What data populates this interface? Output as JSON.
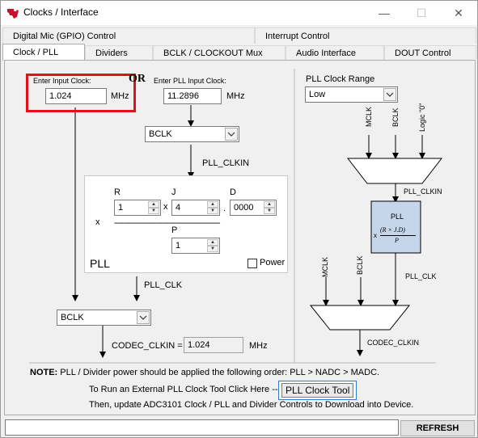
{
  "window": {
    "title": "Clocks / Interface",
    "minimize": "—",
    "maximize": "☐",
    "close": "✕"
  },
  "tabs_row1": [
    "Digital Mic (GPIO) Control",
    "Interrupt Control"
  ],
  "tabs_row2": [
    "Clock / PLL",
    "Dividers",
    "BCLK / CLOCKOUT  Mux",
    "Audio Interface",
    "DOUT Control"
  ],
  "input_clock": {
    "label": "Enter Input Clock:",
    "value": "1.024",
    "unit": "MHz"
  },
  "or_label": "OR",
  "pll_input_clock": {
    "label": "Enter PLL Input Clock:",
    "value": "11.2896",
    "unit": "MHz"
  },
  "pll_src_select": "BCLK",
  "pll_clkin_label": "PLL_CLKIN",
  "pll": {
    "r_label": "R",
    "r_value": "1",
    "j_label": "J",
    "j_value": "4",
    "d_label": "D",
    "d_value": "0000",
    "p_label": "P",
    "p_value": "1",
    "x1": "x",
    "x2": "x",
    "dot": ".",
    "dashes": "-------------------------------------------------",
    "title": "PLL",
    "power_label": "Power"
  },
  "pll_clk_label": "PLL_CLK",
  "codec_src_select": "BCLK",
  "codec_clkin": {
    "label": "CODEC_CLKIN =",
    "value": "1.024",
    "unit": "MHz"
  },
  "range": {
    "label": "PLL Clock Range",
    "value": "Low"
  },
  "diagram": {
    "mux_inputs": [
      "MCLK",
      "BCLK",
      "Logic \"0\""
    ],
    "pll_clkin": "PLL_CLKIN",
    "pll_block_title": "PLL",
    "pll_formula_x": "x",
    "pll_formula_num": "(R × J.D)",
    "pll_formula_den": "P",
    "pll_clk": "PLL_CLK",
    "mux2_inputs": [
      "MCLK",
      "BCLK"
    ],
    "codec_clkin": "CODEC_CLKIN"
  },
  "note": {
    "bold": "NOTE:",
    "text": " PLL / Divider power should be applied the following order: PLL > NADC > MADC.",
    "tool_text": "To Run an External PLL Clock Tool Click Here -->",
    "tool_button": "PLL Clock Tool",
    "update_text": "Then, update ADC3101 Clock / PLL and Divider Controls to Download into Device."
  },
  "refresh_button": "REFRESH",
  "colors": {
    "highlight": "#e0121a",
    "pll_block": "#c5d5ea",
    "ti_logo": "#c8102e"
  }
}
